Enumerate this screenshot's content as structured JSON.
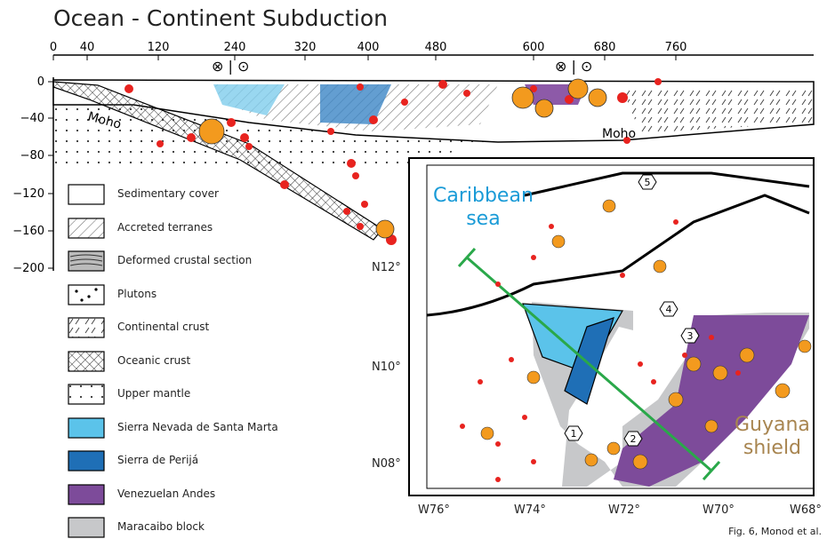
{
  "title": "Ocean - Continent Subduction",
  "section": {
    "x_ticks": [
      "0",
      "40",
      "120",
      "240",
      "320",
      "400",
      "480",
      "600",
      "680",
      "760"
    ],
    "y_ticks": [
      "0",
      "−40",
      "−80",
      "−120",
      "−160",
      "−200"
    ],
    "moho_left": "Moho",
    "moho_right": "Moho"
  },
  "legend": [
    {
      "label": "Sedimentary cover",
      "swatch": "plain"
    },
    {
      "label": "Accreted terranes",
      "swatch": "hatch"
    },
    {
      "label": "Deformed crustal section",
      "swatch": "deformed"
    },
    {
      "label": "Plutons",
      "swatch": "plutons"
    },
    {
      "label": "Continental crust",
      "swatch": "continental"
    },
    {
      "label": "Oceanic crust",
      "swatch": "oceanic"
    },
    {
      "label": "Upper mantle",
      "swatch": "mantle"
    },
    {
      "label": "Sierra Nevada de Santa Marta",
      "swatch": "#5bc3ea"
    },
    {
      "label": "Sierra de Perijá",
      "swatch": "#1f6fb6"
    },
    {
      "label": "Venezuelan Andes",
      "swatch": "#7d4b9a"
    },
    {
      "label": "Maracaibo block",
      "swatch": "#c7c8ca"
    }
  ],
  "map": {
    "lat_labels": [
      "N12°",
      "N10°",
      "N08°"
    ],
    "lon_labels": [
      "W76°",
      "W74°",
      "W72°",
      "W70°",
      "W68°"
    ],
    "caribbean": [
      "Caribbean",
      "sea"
    ],
    "guyana": [
      "Guyana",
      "shield"
    ],
    "markers": [
      "1",
      "2",
      "3",
      "4",
      "5"
    ]
  },
  "credit": "Fig. 6, Monod et al.",
  "colors": {
    "sea": "#1a9bd7",
    "guyana": "#a88550",
    "quake": "#e8231f",
    "focal": "#f39a1e",
    "profile": "#2aa84a"
  }
}
